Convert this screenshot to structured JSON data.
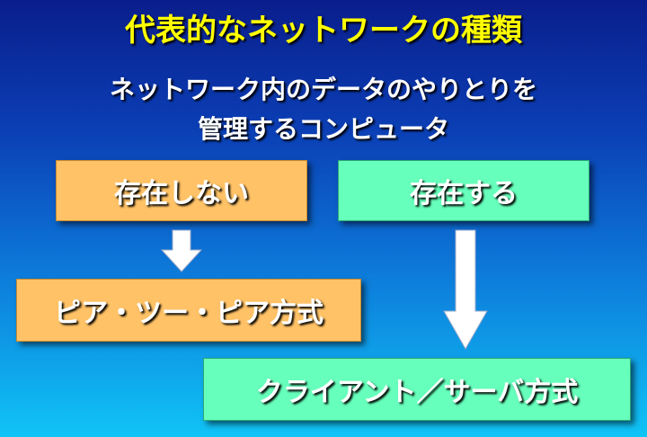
{
  "title": "代表的なネットワークの種類",
  "subtitle": {
    "line1": "ネットワーク内のデータのやりとりを",
    "line2": "管理するコンピュータ"
  },
  "branches": {
    "absent": {
      "label": "存在しない",
      "result": "ピア・ツー・ピア方式",
      "color": "#ffc266"
    },
    "present": {
      "label": "存在する",
      "result": "クライアント／サーバ方式",
      "color": "#66ffbb"
    }
  },
  "colors": {
    "title": "#ffff00",
    "text": "#ffffff",
    "arrow": "#ffffff",
    "background_top": "#0a1e8c",
    "background_bottom": "#10c4f6"
  }
}
